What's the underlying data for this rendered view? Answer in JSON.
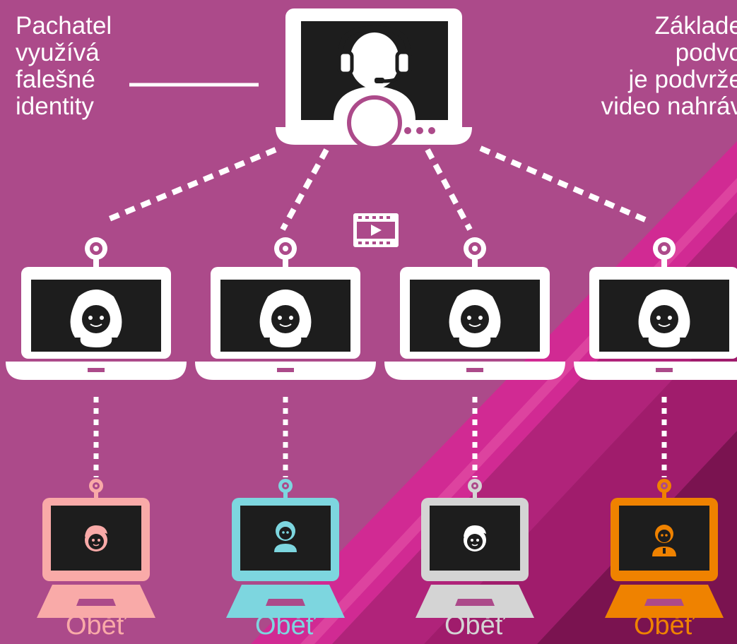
{
  "annotations": {
    "left_lines": [
      "Pachatel",
      "využívá",
      "falešné",
      "identity"
    ],
    "right_lines": [
      "Základe",
      "podvo",
      "je podvrže",
      "video nahráv"
    ]
  },
  "colors": {
    "background": "#ac4a8a",
    "stripe_pink": "#d12a93",
    "stripe_dark": "#a01c6c",
    "stripe_darker": "#7a1350",
    "screen": "#1d1d1d",
    "white": "#ffffff"
  },
  "perpetrator": {
    "icon": "headset-operator-icon"
  },
  "middle_laptops": [
    {
      "icon": "fake-girl-avatar-icon"
    },
    {
      "icon": "fake-girl-avatar-icon"
    },
    {
      "icon": "fake-girl-avatar-icon"
    },
    {
      "icon": "fake-girl-avatar-icon"
    }
  ],
  "victims": [
    {
      "label": "Oběť",
      "color": "#f9aaa8",
      "icon": "boy-avatar-icon"
    },
    {
      "label": "Oběť",
      "color": "#7dd6df",
      "icon": "girl-avatar-icon"
    },
    {
      "label": "Oběť",
      "color": "#d4d4d4",
      "icon": "boy-avatar-icon"
    },
    {
      "label": "Oběť",
      "color": "#ef8200",
      "icon": "man-avatar-icon"
    }
  ],
  "video_icon": "video-clip-icon"
}
